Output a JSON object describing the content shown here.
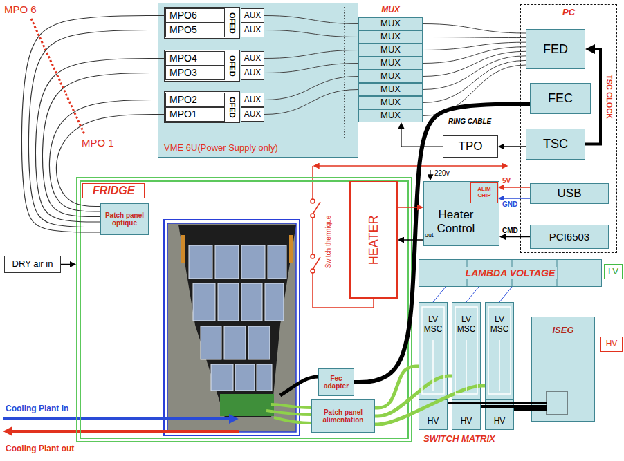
{
  "diagram": {
    "nodes": [
      {
        "text": [
          "VME 6U(Power Supply only)"
        ]
      },
      {
        "text": [
          "OFED"
        ],
        "in": 0
      },
      {
        "text": [
          "MPO6"
        ],
        "in": 1
      },
      {
        "text": [
          "MPO5"
        ],
        "in": 1
      },
      {
        "text": [
          "AUX"
        ],
        "in": 0
      },
      {
        "text": [
          "AUX"
        ],
        "in": 0
      },
      {
        "text": [
          "OFED"
        ],
        "in": 0
      },
      {
        "text": [
          "MPO4"
        ],
        "in": 6
      },
      {
        "text": [
          "MPO3"
        ],
        "in": 6
      },
      {
        "text": [
          "AUX"
        ],
        "in": 0
      },
      {
        "text": [
          "AUX"
        ],
        "in": 0
      },
      {
        "text": [
          "OFED"
        ],
        "in": 0
      },
      {
        "text": [
          "MPO2"
        ],
        "in": 11
      },
      {
        "text": [
          "MPO1"
        ],
        "in": 11
      },
      {
        "text": [
          "AUX"
        ],
        "in": 0
      },
      {
        "text": [
          "AUX"
        ],
        "in": 0
      },
      {
        "text": [
          "MUX"
        ]
      },
      {
        "text": [
          "MUX"
        ],
        "in": 16
      },
      {
        "text": [
          "MUX"
        ],
        "in": 16
      },
      {
        "text": [
          "MUX"
        ],
        "in": 16
      },
      {
        "text": [
          "MUX"
        ],
        "in": 16
      },
      {
        "text": [
          "MUX"
        ],
        "in": 16
      },
      {
        "text": [
          "MUX"
        ],
        "in": 16
      },
      {
        "text": [
          "MUX"
        ],
        "in": 16
      },
      {
        "text": [
          "MUX"
        ],
        "in": 16
      },
      {
        "text": [
          "PC"
        ]
      },
      {
        "text": [
          "FED"
        ],
        "in": 25
      },
      {
        "text": [
          "FEC"
        ],
        "in": 25
      },
      {
        "text": [
          "TSC"
        ],
        "in": 25
      },
      {
        "text": [
          "USB"
        ],
        "in": 25
      },
      {
        "text": [
          "PCI6503"
        ],
        "in": 25
      },
      {
        "text": [
          "TPO"
        ]
      },
      {
        "text": [
          "Heater Control"
        ]
      },
      {
        "text": [
          "ALIM CHIP"
        ],
        "in": 32
      },
      {
        "text": [
          "FRIDGE"
        ]
      },
      {
        "text": [
          "Patch panel optique"
        ],
        "in": 34
      },
      {
        "text": [
          "HEATER"
        ],
        "in": 34
      },
      {
        "text": [
          "Fec adapter"
        ],
        "in": 34
      },
      {
        "text": [
          "Patch panel alimentation"
        ],
        "in": 34
      },
      {
        "text": [
          "DRY air in"
        ]
      },
      {
        "text": [
          "LAMBDA VOLTAGE"
        ]
      },
      {
        "text": [
          "LV"
        ]
      },
      {
        "text": [
          "LV MSC"
        ]
      },
      {
        "text": [
          "HV"
        ],
        "in": 42
      },
      {
        "text": [
          "LV MSC"
        ]
      },
      {
        "text": [
          "HV"
        ],
        "in": 44
      },
      {
        "text": [
          "LV MSC"
        ]
      },
      {
        "text": [
          "HV"
        ],
        "in": 46
      },
      {
        "text": [
          "ISEG"
        ]
      },
      {
        "text": [
          "HV"
        ]
      }
    ],
    "edges": [
      {
        "from": 2,
        "to": 35,
        "arrow": "none"
      },
      {
        "from": 3,
        "to": 35,
        "arrow": "none"
      },
      {
        "from": 7,
        "to": 35,
        "arrow": "none"
      },
      {
        "from": 8,
        "to": 35,
        "arrow": "none"
      },
      {
        "from": 12,
        "to": 35,
        "arrow": "none"
      },
      {
        "from": 13,
        "to": 35,
        "arrow": "none"
      },
      {
        "from": 4,
        "to": 17,
        "arrow": "none"
      },
      {
        "from": 5,
        "to": 18,
        "arrow": "none"
      },
      {
        "from": 9,
        "to": 19,
        "arrow": "none"
      },
      {
        "from": 10,
        "to": 20,
        "arrow": "none"
      },
      {
        "from": 14,
        "to": 21,
        "arrow": "none"
      },
      {
        "from": 15,
        "to": 22,
        "arrow": "none"
      },
      {
        "from": 17,
        "to": 26,
        "arrow": "none"
      },
      {
        "from": 18,
        "to": 26,
        "arrow": "none"
      },
      {
        "from": 19,
        "to": 26,
        "arrow": "none"
      },
      {
        "from": 20,
        "to": 26,
        "arrow": "none"
      },
      {
        "from": 21,
        "to": 26,
        "arrow": "none"
      },
      {
        "from": 22,
        "to": 26,
        "arrow": "none"
      },
      {
        "from": 23,
        "to": 26,
        "arrow": "none"
      },
      {
        "from": 24,
        "to": 26,
        "arrow": "none"
      },
      {
        "from": 28,
        "to": 26,
        "arrow": "to"
      },
      {
        "from": 28,
        "to": 31,
        "arrow": "to"
      },
      {
        "from": 31,
        "to": 24,
        "arrow": "to"
      },
      {
        "from": 27,
        "to": 37,
        "arrow": "none"
      },
      {
        "from": 29,
        "to": 33,
        "label": "5V",
        "arrow": "to"
      },
      {
        "from": 29,
        "to": 33,
        "label": "GND",
        "arrow": "to"
      },
      {
        "from": 30,
        "to": 32,
        "label": "CMD",
        "arrow": "to"
      },
      {
        "from": 32,
        "to": 36,
        "label": "out",
        "arrow": "to"
      },
      {
        "from": 36,
        "to": 32,
        "arrow": "to"
      },
      {
        "from": 39,
        "to": 34,
        "arrow": "to"
      },
      {
        "from": 40,
        "to": 42,
        "arrow": "none"
      },
      {
        "from": 40,
        "to": 44,
        "arrow": "none"
      },
      {
        "from": 40,
        "to": 46,
        "arrow": "none"
      },
      {
        "from": 42,
        "to": 38,
        "arrow": "none"
      },
      {
        "from": 44,
        "to": 38,
        "arrow": "none"
      },
      {
        "from": 46,
        "to": 38,
        "arrow": "none"
      },
      {
        "from": 48,
        "to": 43,
        "arrow": "none"
      },
      {
        "from": 48,
        "to": 45,
        "arrow": "none"
      },
      {
        "from": 48,
        "to": 47,
        "arrow": "none"
      }
    ],
    "labels": [
      "MPO 6",
      "MPO 1",
      "TSC CLOCK",
      "RING CABLE",
      "220v",
      "Switch thermique",
      "Cooling Plant in",
      "Cooling Plant out",
      "SWITCH MATRIX"
    ]
  }
}
